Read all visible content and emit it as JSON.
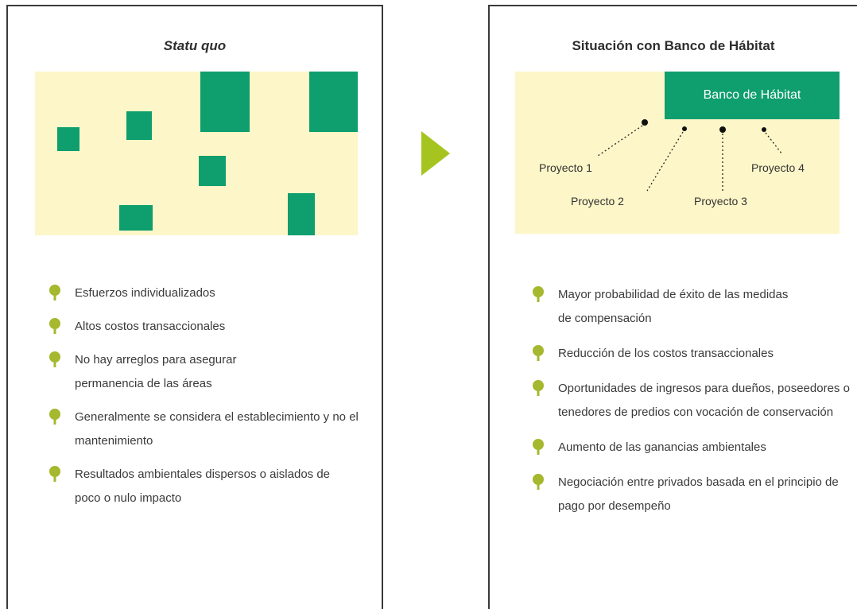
{
  "left_panel": {
    "title": "Statu quo",
    "items": [
      "Esfuerzos individualizados",
      "Altos costos transaccionales",
      "No hay arreglos para asegurar permanencia de las áreas",
      "Generalmente se considera el establecimiento y no el mantenimiento",
      "Resultados ambientales dispersos o aislados de poco o nulo impacto"
    ]
  },
  "right_panel": {
    "title": "Situación con Banco de Hábitat",
    "bank_label": "Banco de Hábitat",
    "projects": [
      "Proyecto 1",
      "Proyecto 2",
      "Proyecto 3",
      "Proyecto 4"
    ],
    "items": [
      "Mayor probabilidad de éxito de las medidas de compensación",
      "Reducción de los costos transaccionales",
      "Oportunidades de ingresos para dueños, poseedores o tenedores de predios con vocación de conservación",
      "Aumento de las ganancias ambientales",
      "Negociación entre privados basada en el principio de pago por desempeño"
    ]
  },
  "colors": {
    "habitat_green": "#0f9e6e",
    "field_cream": "#fdf6c8",
    "arrow_lime": "#a6c41f",
    "tree_olive": "#a5b82e"
  }
}
